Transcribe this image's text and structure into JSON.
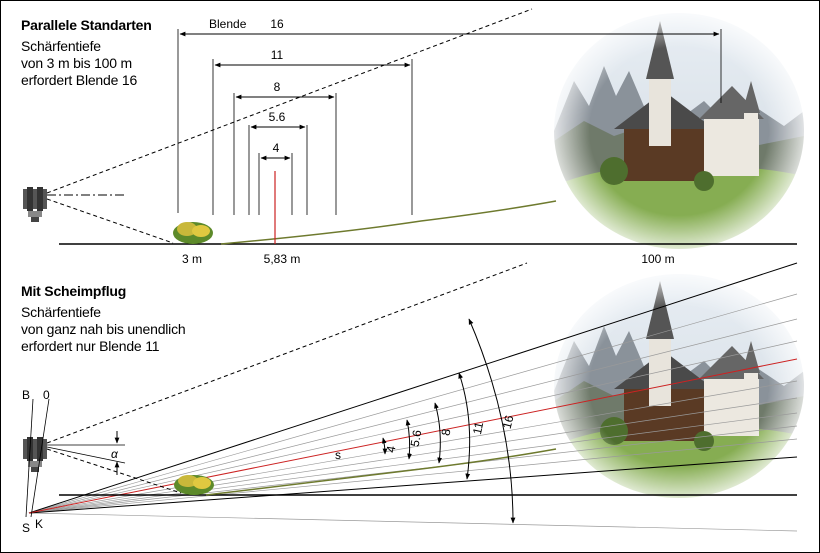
{
  "colors": {
    "ground": "#000000",
    "hill": "#6e7a2e",
    "focus": "#cc2222",
    "sky": "#dfe7ef",
    "mountains": "#8c949c",
    "meadow": "#86ad52"
  },
  "top": {
    "title": "Parallele Standarten",
    "line1": "Schärfentiefe",
    "line2": "von 3 m bis 100 m",
    "line3": "erfordert Blende 16",
    "blende_label": "Blende",
    "apertures": [
      "16",
      "11",
      "8",
      "5.6",
      "4"
    ],
    "distances": [
      "3 m",
      "5,83 m",
      "100 m"
    ]
  },
  "bottom": {
    "title": "Mit Scheimpflug",
    "line1": "Schärfentiefe",
    "line2": "von ganz nah bis unendlich",
    "line3": "erfordert nur Blende 11",
    "apertures": [
      "4",
      "5.6",
      "8",
      "11",
      "16"
    ],
    "s_label": "s",
    "b_label": "B",
    "o_label": "0",
    "alpha_label": "α",
    "s2_label": "S",
    "k_label": "K"
  },
  "icons": [
    "camera-icon",
    "camera-icon",
    "bush-icon",
    "church-photo"
  ]
}
